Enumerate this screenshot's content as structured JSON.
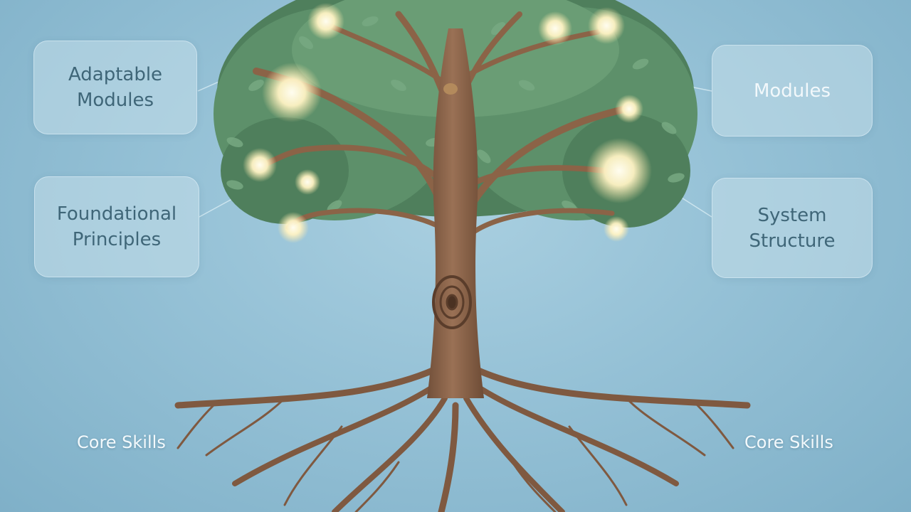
{
  "labels": {
    "adaptable_modules": [
      "Adaptable",
      "Modules"
    ],
    "foundational_principles": [
      "Foundational",
      "Principles"
    ],
    "modules": "Modules",
    "system_structure": [
      "System",
      "Structure"
    ],
    "core_skills_left": "Core Skills",
    "core_skills_right": "Core Skills"
  },
  "colors": {
    "background": "#95c1d6",
    "trunk": "#8b6347",
    "leaves": "#5e8f6a",
    "glow": "#fff6d0",
    "card_text": "#3f6678"
  }
}
